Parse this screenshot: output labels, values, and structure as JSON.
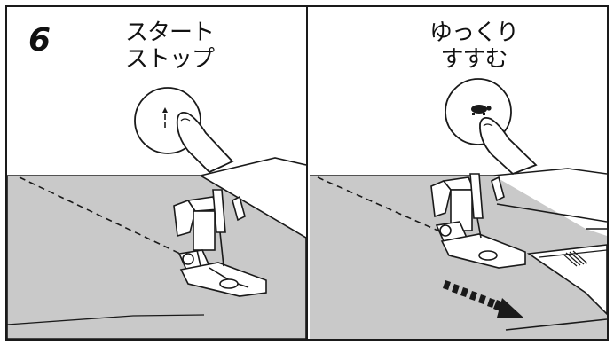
{
  "step": {
    "number": "6"
  },
  "left_panel": {
    "button_label_line1": "スタート",
    "button_label_line2": "ストップ",
    "button_icon": "start-stop-icon"
  },
  "right_panel": {
    "button_label_line1": "ゆっくり",
    "button_label_line2": "すすむ",
    "button_icon": "turtle-icon"
  },
  "colors": {
    "fabric": "#c9c9c9",
    "line": "#1a1a1a",
    "background": "#ffffff"
  }
}
